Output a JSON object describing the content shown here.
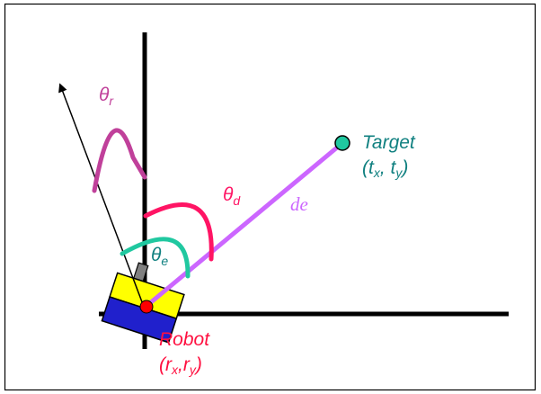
{
  "labels": {
    "theta_r": "θ",
    "theta_r_sub": "r",
    "theta_d": "θ",
    "theta_d_sub": "d",
    "theta_e": "θ",
    "theta_e_sub": "e",
    "de": "de",
    "target_line1": "Target",
    "target_x": "t",
    "target_x_sub": "x",
    "target_y": "t",
    "target_y_sub": "y",
    "robot_line1": "Robot",
    "robot_x": "r",
    "robot_x_sub": "x",
    "robot_y": "r",
    "robot_y_sub": "y"
  },
  "colors": {
    "axis": "#000000",
    "border": "#000000",
    "theta_r": "#c0409a",
    "theta_d": "#ff1464",
    "theta_e": "#20c8a0",
    "de_line": "#cc66ff",
    "target_dot": "#20c8a0",
    "target_text": "#108080",
    "robot_text": "#ff1040",
    "robot_dot": "#ff0000",
    "robot_top": "#ffff00",
    "robot_bottom": "#2020cc",
    "robot_arm": "#808080"
  }
}
